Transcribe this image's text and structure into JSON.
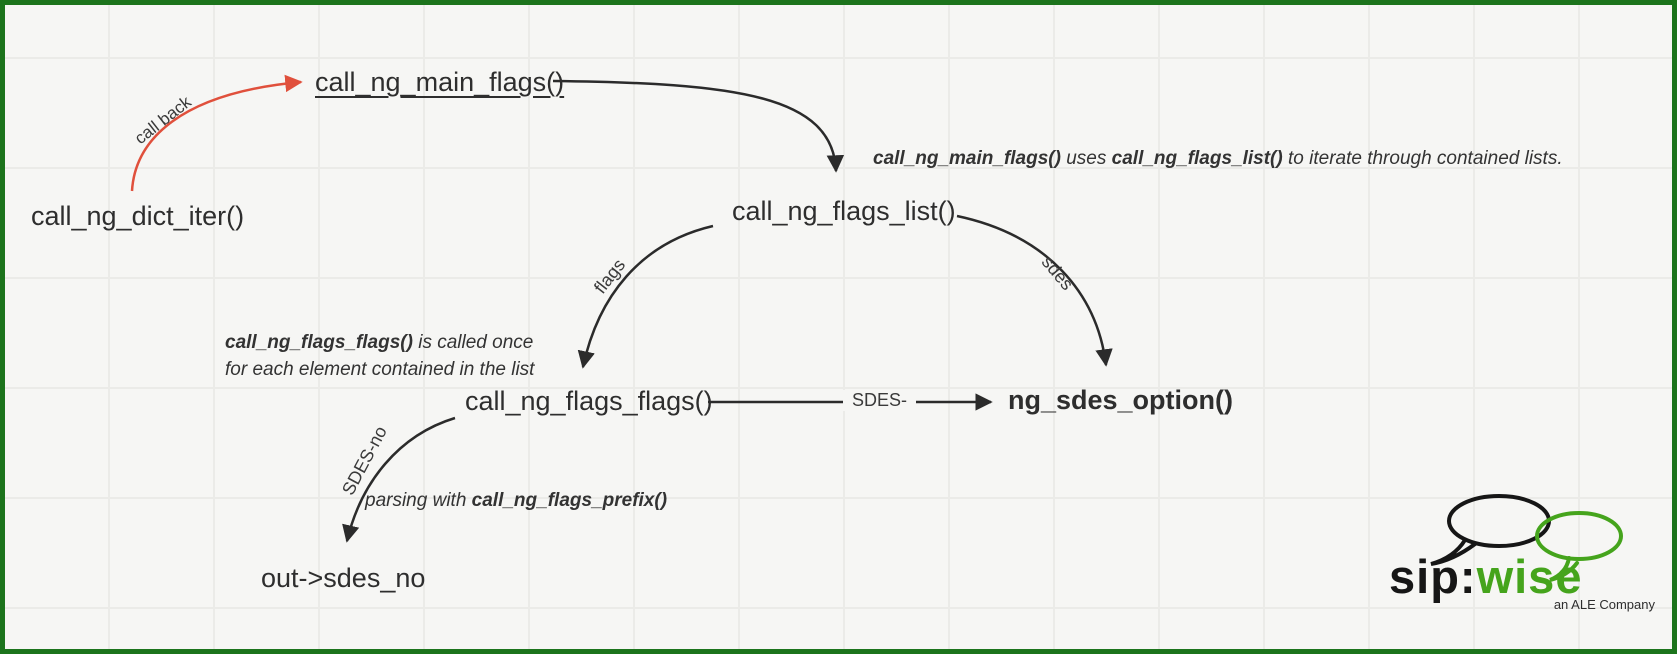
{
  "diagram": {
    "nodes": {
      "dict_iter": {
        "label": "call_ng_dict_iter()"
      },
      "main_flags": {
        "label": "call_ng_main_flags()"
      },
      "flags_list": {
        "label": "call_ng_flags_list()"
      },
      "flags_flags": {
        "label": "call_ng_flags_flags()"
      },
      "sdes_option": {
        "label": "ng_sdes_option()"
      },
      "out_sdes_no": {
        "label": "out->sdes_no"
      }
    },
    "edge_labels": {
      "call_back": "call back",
      "flags": "flags",
      "sdes": "sdes",
      "sdes_dash": "SDES-",
      "sdes_no": "SDES-no"
    },
    "annotations": {
      "list_iterate": {
        "parts": [
          {
            "text": "call_ng_main_flags()",
            "bold": true
          },
          {
            "text": " uses ",
            "bold": false
          },
          {
            "text": "call_ng_flags_list()",
            "bold": true
          },
          {
            "text": " to iterate through contained lists.",
            "bold": false
          }
        ]
      },
      "called_once": {
        "line1_parts": [
          {
            "text": "call_ng_flags_flags()",
            "bold": true
          },
          {
            "text": " is called once",
            "bold": false
          }
        ],
        "line2": "for each element contained in the list"
      },
      "prefix": {
        "parts": [
          {
            "text": "parsing with ",
            "bold": false
          },
          {
            "text": "call_ng_flags_prefix()",
            "bold": true
          }
        ]
      }
    }
  },
  "logo": {
    "sip": "sip:",
    "wise": "wise",
    "tagline": "an ALE Company"
  },
  "colors": {
    "border_green": "#1c741c",
    "arrow_red": "#e0503c",
    "arrow_dark": "#2b2b2b",
    "logo_green": "#45a41c",
    "background": "#f6f6f4"
  }
}
